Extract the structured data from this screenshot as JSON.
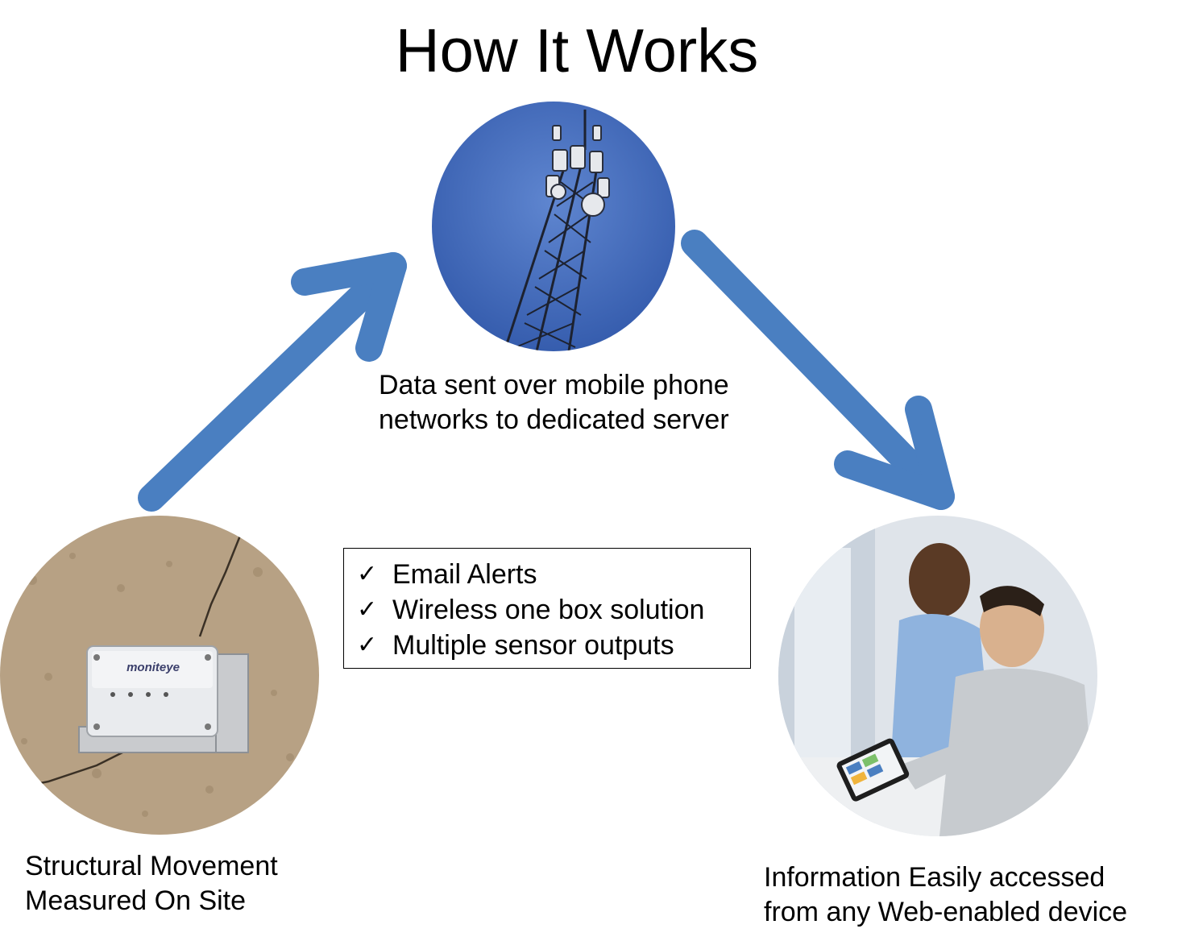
{
  "title": "How It Works",
  "colors": {
    "arrow": "#4a7fc1",
    "sky": "#3a64b8",
    "wall": "#b7a184",
    "office": "#dfe4ea"
  },
  "nodes": {
    "tower": {
      "icon": "cell-tower-photo",
      "caption_lines": [
        "Data sent over mobile phone",
        "networks to dedicated server"
      ]
    },
    "sensor": {
      "icon": "wall-sensor-photo",
      "device_brand": "moniteye",
      "caption_lines": [
        "Structural Movement",
        "Measured On Site"
      ]
    },
    "people": {
      "icon": "people-with-tablet-photo",
      "caption_lines": [
        "Information Easily accessed",
        "from any Web-enabled device"
      ]
    }
  },
  "features": {
    "check_icon": "✓",
    "items": [
      "Email Alerts",
      "Wireless one box solution",
      "Multiple sensor outputs"
    ]
  }
}
